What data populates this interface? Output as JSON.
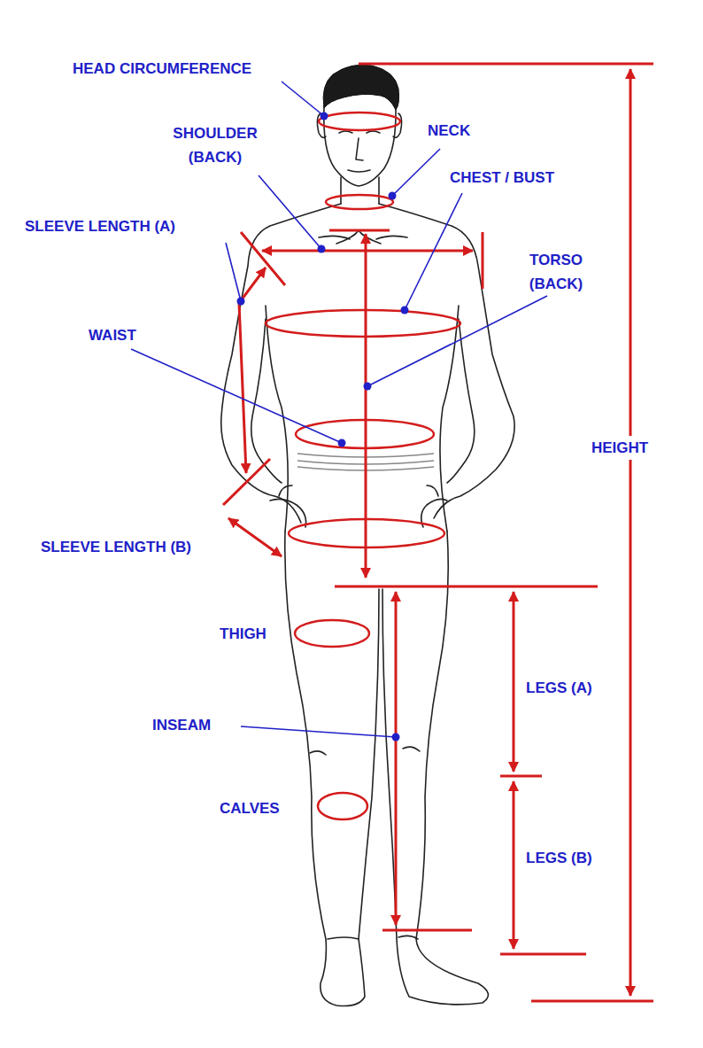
{
  "diagram": {
    "labels": [
      "HEAD CIRCUMFERENCE",
      "SHOULDER (BACK)",
      "NECK",
      "CHEST / BUST",
      "SLEEVE LENGTH (A)",
      "TORSO (BACK)",
      "WAIST",
      "SLEEVE LENGTH (B)",
      "HEIGHT",
      "THIGH",
      "LEGS (A)",
      "INSEAM",
      "CALVES",
      "LEGS (B)"
    ]
  }
}
